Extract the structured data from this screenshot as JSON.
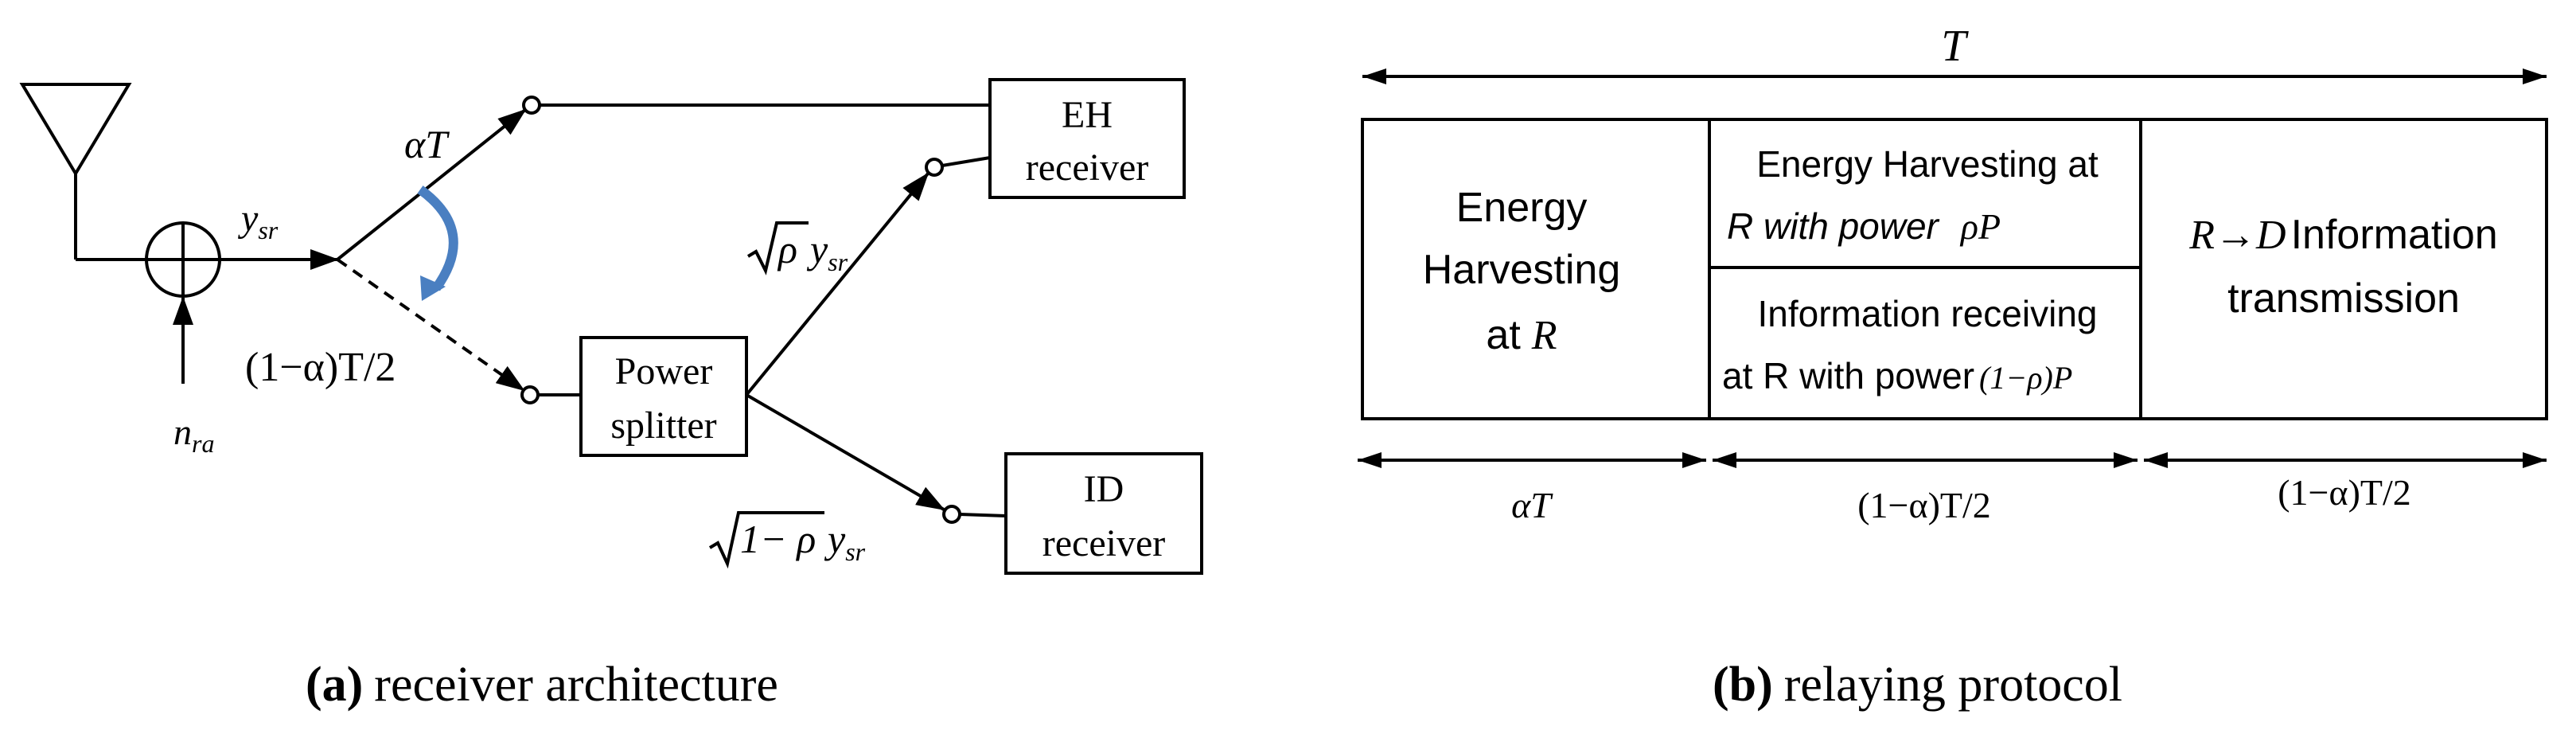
{
  "panel_a": {
    "eh_receiver": {
      "line1": "EH",
      "line2": "receiver"
    },
    "id_receiver": {
      "line1": "ID",
      "line2": "receiver"
    },
    "power_splitter": {
      "line1": "Power",
      "line2": "splitter"
    },
    "signal_label": {
      "main": "y",
      "sub": "sr"
    },
    "noise_label": {
      "main": "n",
      "sub": "ra"
    },
    "alpha_t_label": "αT",
    "one_minus_alpha_label": "(1−α)T/2",
    "sqrt_rho_label": {
      "root": "ρ",
      "main": "y",
      "sub": "sr"
    },
    "sqrt_one_minus_rho_label": {
      "root": "1− ρ",
      "main": "y",
      "sub": "sr"
    },
    "caption": {
      "letter": "(a)",
      "text": "receiver architecture"
    },
    "switch_arrow_color": "#4a7fc1"
  },
  "panel_b": {
    "total_time_label": "T",
    "block1": {
      "line1": "Energy",
      "line2": "Harvesting",
      "line3": "at",
      "var": "R"
    },
    "block2_top": {
      "line1": "Energy Harvesting at",
      "line2": "R with power",
      "power": "ρP"
    },
    "block2_bottom": {
      "line1": "Information receiving",
      "line2": "at R with power",
      "power": "(1−ρ)P"
    },
    "block3": {
      "line1": "R→D",
      "line1_rest": "Information",
      "line2": "transmission"
    },
    "interval1": "αT",
    "interval2": "(1−α)T/2",
    "interval3": "(1−α)T/2",
    "caption": {
      "letter": "(b)",
      "text": "relaying protocol"
    }
  }
}
